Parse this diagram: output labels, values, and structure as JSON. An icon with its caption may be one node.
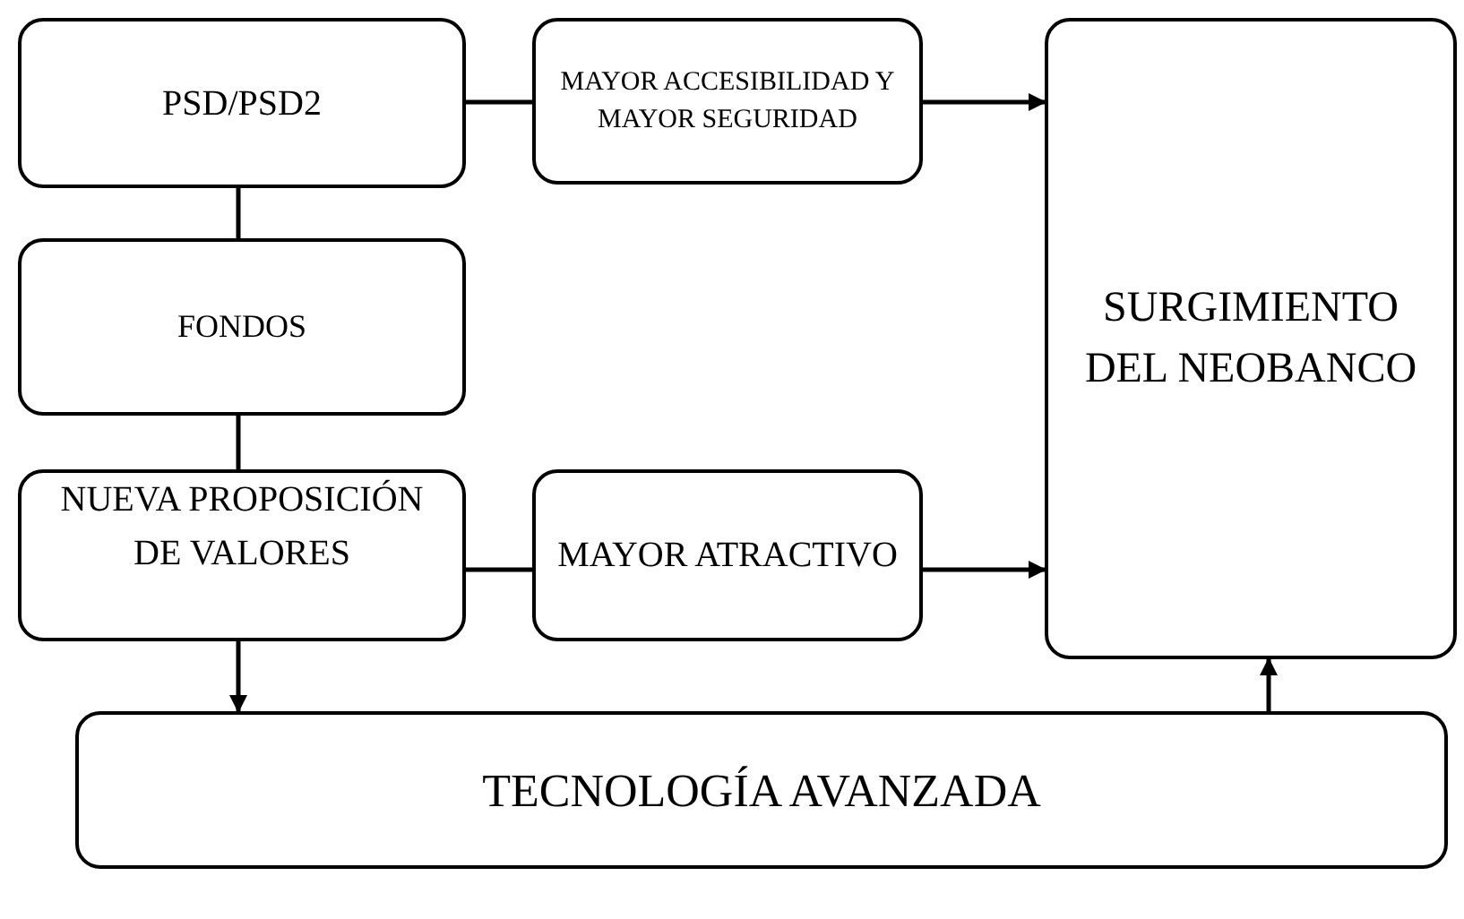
{
  "diagram": {
    "nodes": [
      {
        "text": [
          "PSD/PSD2"
        ]
      },
      {
        "text": [
          "FONDOS"
        ]
      },
      {
        "text": [
          "NUEVA PROPOSICIÓN DE VALORES"
        ]
      },
      {
        "text": [
          "MAYOR ACCESIBILIDAD Y MAYOR SEGURIDAD"
        ]
      },
      {
        "text": [
          "MAYOR ATRACTIVO"
        ]
      },
      {
        "text": [
          "SURGIMIENTO DEL NEOBANCO"
        ]
      },
      {
        "text": [
          "TECNOLOGÍA AVANZADA"
        ]
      }
    ],
    "edges": [
      {
        "from": 0,
        "to": 1,
        "arrow": "none"
      },
      {
        "from": 1,
        "to": 2,
        "arrow": "none"
      },
      {
        "from": 0,
        "to": 3,
        "arrow": "none"
      },
      {
        "from": 3,
        "to": 5,
        "arrow": "to"
      },
      {
        "from": 2,
        "to": 4,
        "arrow": "none"
      },
      {
        "from": 4,
        "to": 5,
        "arrow": "to"
      },
      {
        "from": 2,
        "to": 6,
        "arrow": "to"
      },
      {
        "from": 6,
        "to": 5,
        "arrow": "to"
      }
    ]
  }
}
